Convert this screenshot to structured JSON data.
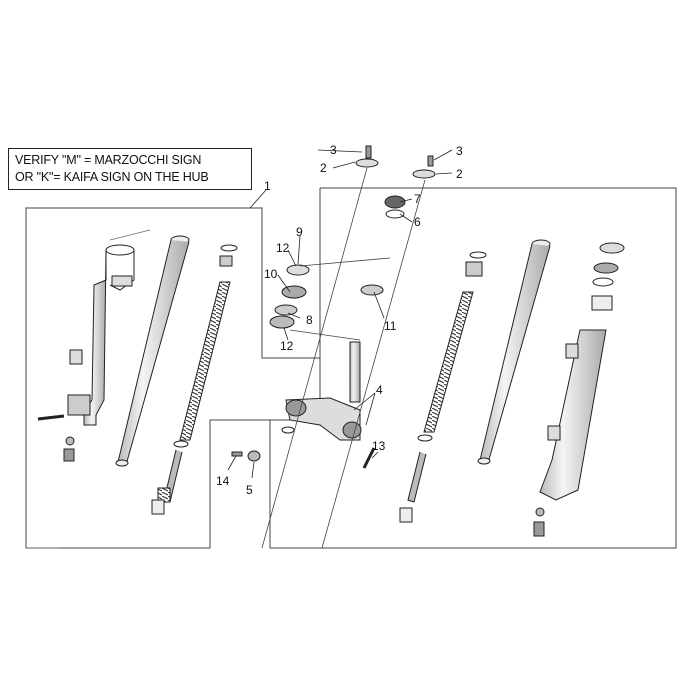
{
  "note": {
    "line1": "VERIFY \"M\" = MARZOCCHI SIGN",
    "line2": "OR \"K\"= KAIFA SIGN ON THE HUB"
  },
  "callouts": {
    "c1": "1",
    "c2a": "2",
    "c2b": "2",
    "c3a": "3",
    "c3b": "3",
    "c4": "4",
    "c5": "5",
    "c6": "6",
    "c7": "7",
    "c8": "8",
    "c9": "9",
    "c10": "10",
    "c11": "11",
    "c12a": "12",
    "c12b": "12",
    "c13": "13",
    "c14": "14"
  }
}
